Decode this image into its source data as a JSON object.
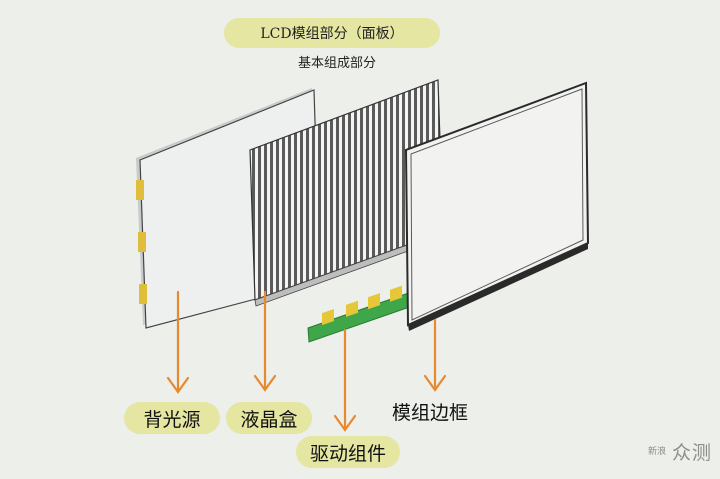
{
  "title": "LCD模组部分（面板）",
  "subtitle": "基本组成部分",
  "labels": {
    "backlight": "背光源",
    "liquid_crystal_box": "液晶盒",
    "driver_assembly": "驱动组件",
    "module_frame": "模组边框"
  },
  "watermark": {
    "small": "新浪",
    "big": "众测"
  },
  "colors": {
    "pill": "#e4e6a2",
    "arrow": "#e8892f",
    "pcb": "#3fa64a",
    "chip": "#e6c73a",
    "frame": "#2e2e2e",
    "backlight_panel": "#e8eaea",
    "crystal_stripes": "#555555"
  }
}
